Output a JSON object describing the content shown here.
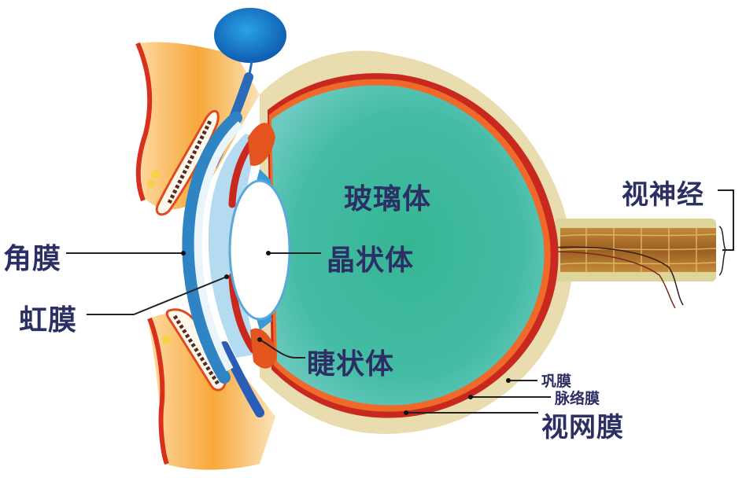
{
  "diagram": {
    "subject": "human eye cross-section",
    "colors": {
      "vitreous": "#3fb89a",
      "sclera": "#e6d9a8",
      "choroid": "#c8281e",
      "retina": "#ef6a2a",
      "cornea": "#2f84c4",
      "aqueous": "#b5dbf1",
      "lens": "#ffffff",
      "label_text": "#2b2f63",
      "leader_line": "#222222",
      "optic_nerve": "#a9702a",
      "eyelid": "#f39a2e",
      "gland": "#1e6fc0"
    },
    "labels": {
      "vitreous": "玻璃体",
      "lens": "晶状体",
      "cornea": "角膜",
      "iris": "虹膜",
      "ciliary_body": "睫状体",
      "optic_nerve": "视神经",
      "sclera": "巩膜",
      "choroid": "脉络膜",
      "retina": "视网膜"
    }
  }
}
